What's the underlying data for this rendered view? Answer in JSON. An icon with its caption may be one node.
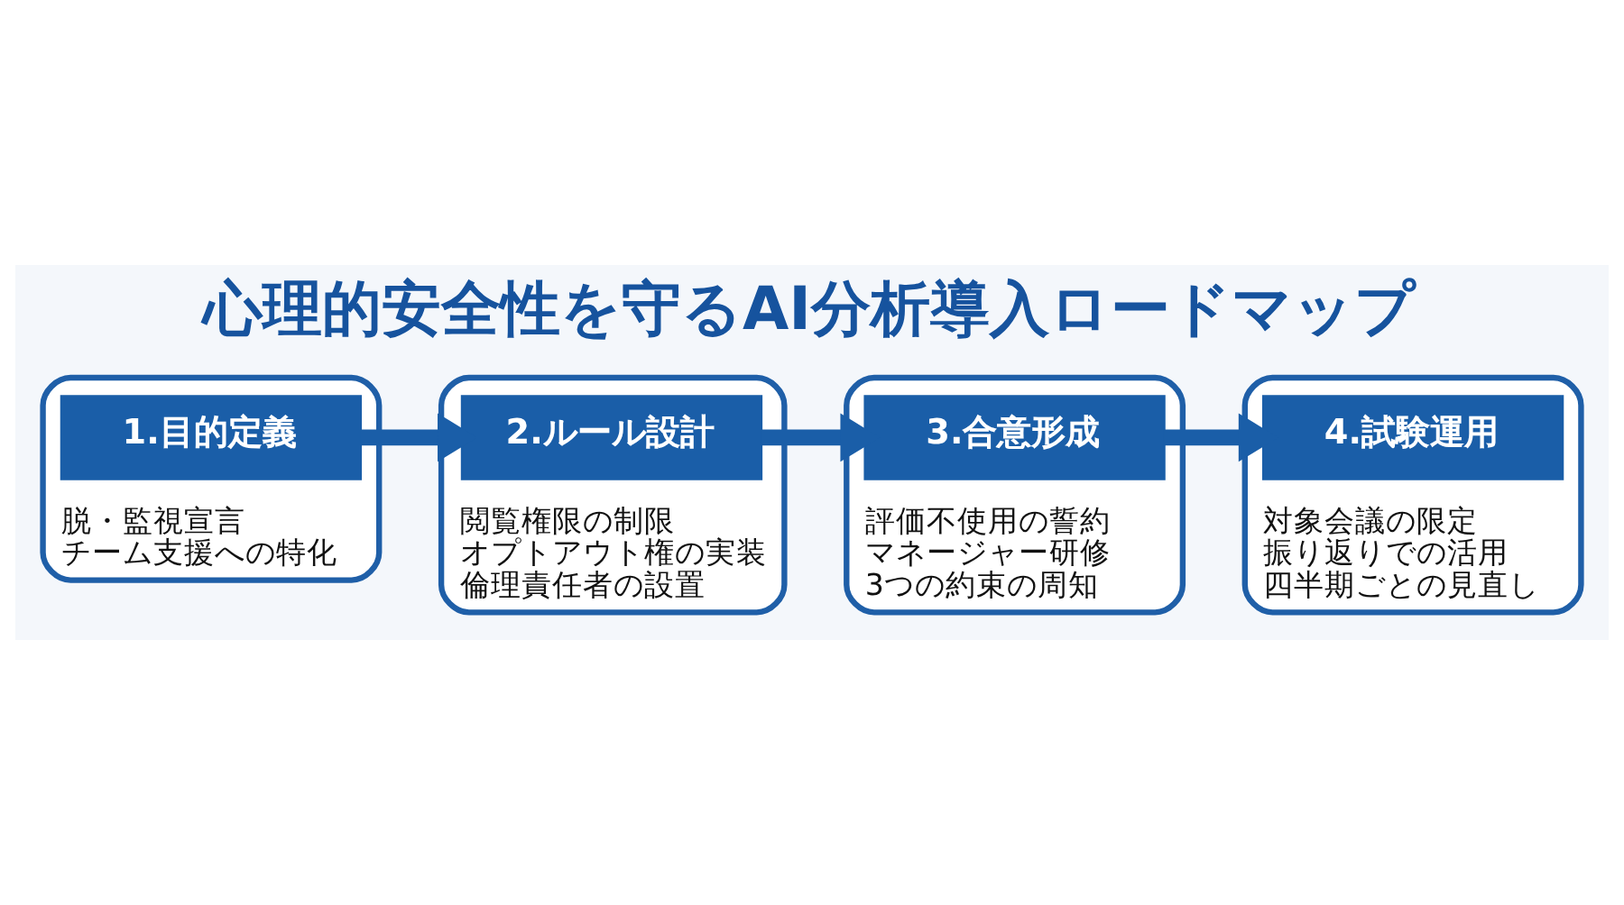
{
  "diagram": {
    "title": "心理的安全性を守るAI分析導入ロードマップ",
    "nodes": [
      {
        "text": [
          "脱・監視宣言",
          "チーム支援への特化"
        ]
      },
      {
        "text": [
          "1.目的定義"
        ],
        "in": 0
      },
      {
        "text": [
          "閲覧権限の制限",
          "オプトアウト権の実装",
          "倫理責任者の設置"
        ]
      },
      {
        "text": [
          "2.ルール設計"
        ],
        "in": 2
      },
      {
        "text": [
          "評価不使用の誓約",
          "マネージャー研修",
          "3つの約束の周知"
        ]
      },
      {
        "text": [
          "3.合意形成"
        ],
        "in": 4
      },
      {
        "text": [
          "対象会議の限定",
          "振り返りでの活用",
          "四半期ごとの見直し"
        ]
      },
      {
        "text": [
          "4.試験運用"
        ],
        "in": 6
      }
    ],
    "edges": [
      {
        "from": 1,
        "to": 3,
        "arrow": "to"
      },
      {
        "from": 3,
        "to": 5,
        "arrow": "to"
      },
      {
        "from": 5,
        "to": 7,
        "arrow": "to"
      }
    ]
  }
}
